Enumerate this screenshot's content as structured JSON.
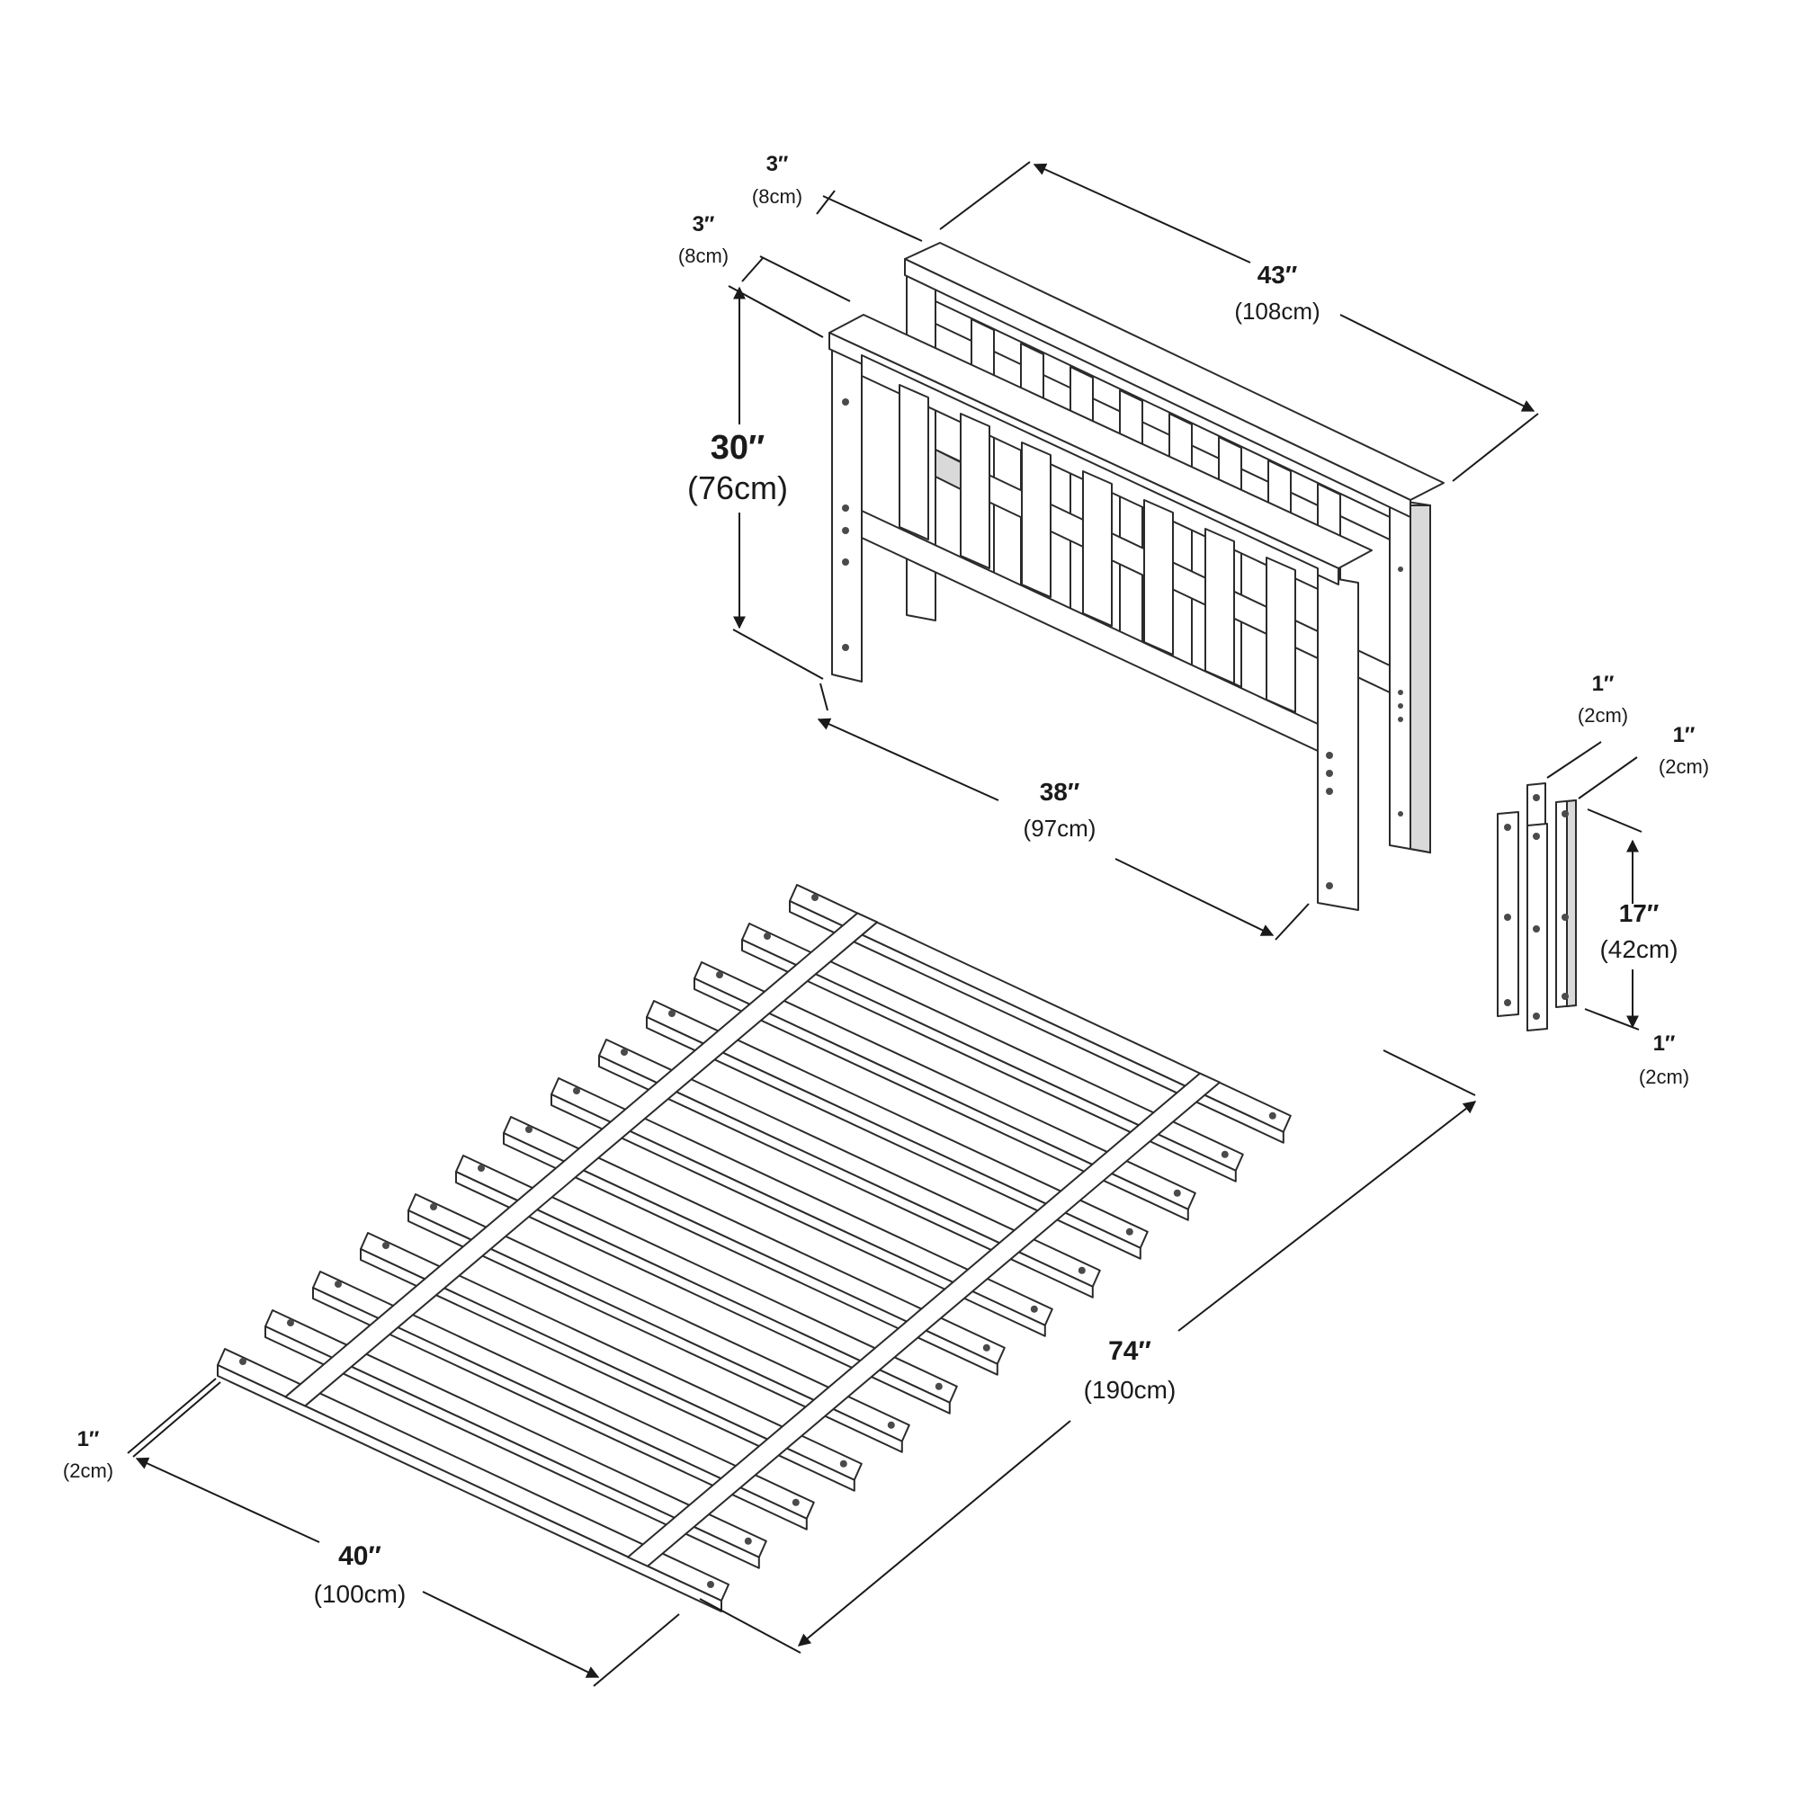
{
  "dimensions": {
    "headboard_width": {
      "value": "43″",
      "metric": "(108cm)"
    },
    "footboard_width": {
      "value": "38″",
      "metric": "(97cm)"
    },
    "panel_height": {
      "value": "30″",
      "metric": "(76cm)"
    },
    "headboard_depth": {
      "value": "3″",
      "metric": "(8cm)"
    },
    "footboard_depth": {
      "value": "3″",
      "metric": "(8cm)"
    },
    "rail_thickness_a": {
      "value": "1″",
      "metric": "(2cm)"
    },
    "rail_thickness_b": {
      "value": "1″",
      "metric": "(2cm)"
    },
    "rail_length": {
      "value": "17″",
      "metric": "(42cm)"
    },
    "rail_width": {
      "value": "1″",
      "metric": "(2cm)"
    },
    "slat_roll_length": {
      "value": "74″",
      "metric": "(190cm)"
    },
    "slat_roll_width": {
      "value": "40″",
      "metric": "(100cm)"
    },
    "slat_thickness": {
      "value": "1″",
      "metric": "(2cm)"
    }
  },
  "colors": {
    "line": "#2b2b2b",
    "shade": "#d9d9d9",
    "background": "#ffffff"
  }
}
